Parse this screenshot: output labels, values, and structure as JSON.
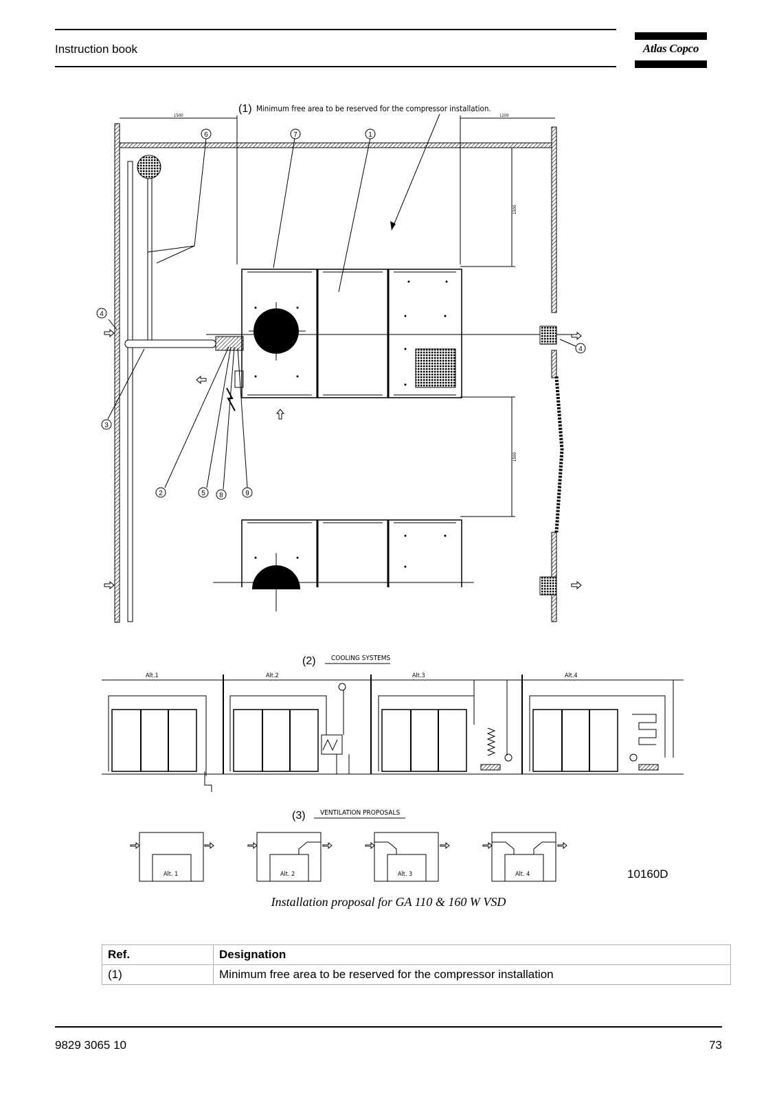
{
  "header": {
    "title": "Instruction book",
    "brand": "Atlas Copco"
  },
  "drawing": {
    "section1_label": "(1)",
    "section1_text": "Minimum free area to be reserved for the compressor installation.",
    "dims": {
      "top_left": "1500",
      "top_right": "1200",
      "right_upper": "1500",
      "right_lower": "1500"
    },
    "callouts": [
      "1",
      "2",
      "3",
      "4",
      "5",
      "6",
      "7",
      "8",
      "9"
    ],
    "section2_label": "(2)",
    "section2_title": "COOLING SYSTEMS",
    "cooling_alts": [
      "Alt.1",
      "Alt.2",
      "Alt.3",
      "Alt.4"
    ],
    "section3_label": "(3)",
    "section3_title": "VENTILATION PROPOSALS",
    "vent_alts": [
      "Alt. 1",
      "Alt. 2",
      "Alt. 3",
      "Alt. 4"
    ],
    "drawing_number": "10160D"
  },
  "caption": "Installation proposal for GA 110 & 160 W VSD",
  "table": {
    "headers": [
      "Ref.",
      "Designation"
    ],
    "rows": [
      [
        "(1)",
        "Minimum free area to be reserved for the compressor installation"
      ]
    ]
  },
  "footer": {
    "doc_number": "9829 3065 10",
    "page": "73"
  }
}
